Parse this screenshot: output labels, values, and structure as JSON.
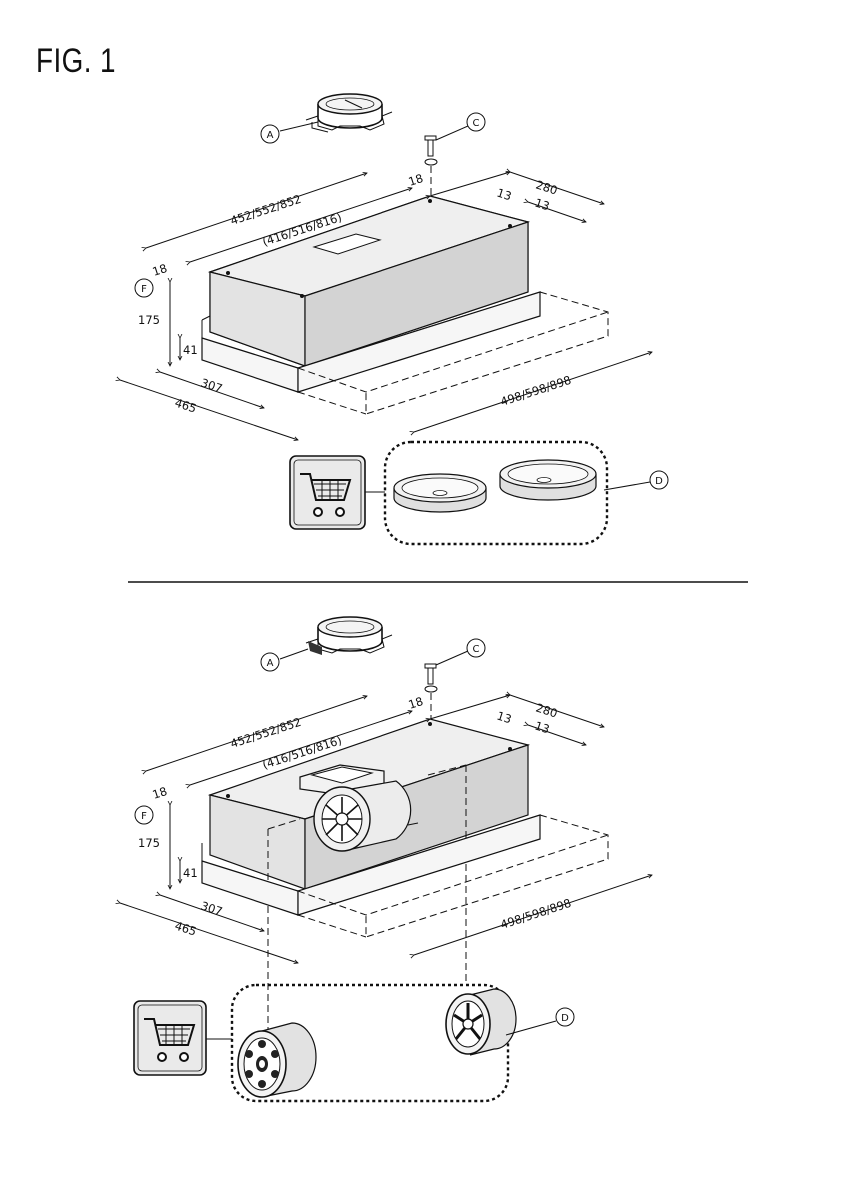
{
  "title": "FIG. 1",
  "top_diagram": {
    "callouts": [
      "A",
      "C",
      "D",
      "F"
    ],
    "dimensions": {
      "width": "452/552/852",
      "inner_width": "(416/516/816)",
      "depth": "280",
      "side_gap": "18",
      "rear_gap": "13",
      "depth_gap": "13",
      "left_gap": "18",
      "height": "175",
      "front_height": "41",
      "drawer_depth": "307",
      "full_depth": "465",
      "drawer_width": "498/598/898"
    }
  },
  "bottom_diagram": {
    "callouts": [
      "A",
      "C",
      "D",
      "F"
    ],
    "dimensions": {
      "width": "452/552/852",
      "inner_width": "(416/516/816)",
      "depth": "280",
      "side_gap": "18",
      "rear_gap": "13",
      "depth_gap": "13",
      "left_gap": "18",
      "height": "175",
      "front_height": "41",
      "drawer_depth": "307",
      "full_depth": "465",
      "drawer_width": "498/598/898"
    }
  },
  "icons": [
    "shopping-cart-icon",
    "grease-filter-icon",
    "carbon-filter-icon",
    "motor-fan-icon"
  ]
}
